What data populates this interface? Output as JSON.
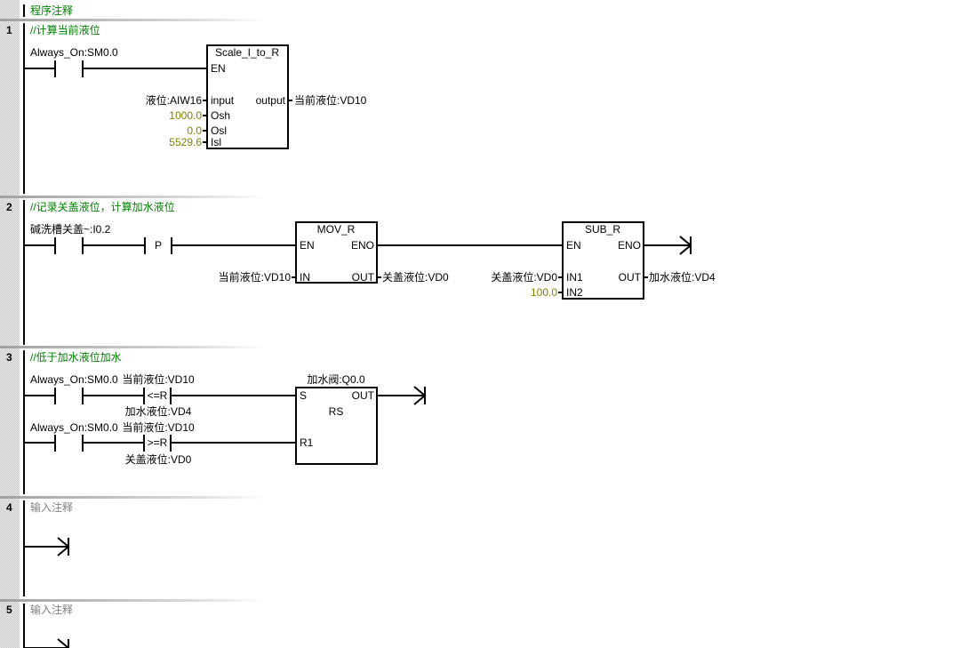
{
  "program_comment": "程序注释",
  "networks": [
    {
      "number": "1",
      "comment": "//计算当前液位",
      "contact_label": "Always_On:SM0.0",
      "block": {
        "title": "Scale_I_to_R",
        "en": "EN",
        "pins_in": [
          {
            "pin": "input",
            "operand": "液位:AIW16"
          },
          {
            "pin": "Osh",
            "operand": "1000.0"
          },
          {
            "pin": "Osl",
            "operand": "0.0"
          },
          {
            "pin": "Isl",
            "operand": "5529.6"
          }
        ],
        "pin_out": "output",
        "out_operand": "当前液位:VD10"
      }
    },
    {
      "number": "2",
      "comment": "//记录关盖液位，计算加水液位",
      "contact_label": "碱洗槽关盖~:I0.2",
      "p_contact": "P",
      "mov": {
        "title": "MOV_R",
        "en": "EN",
        "eno": "ENO",
        "in": "IN",
        "out": "OUT",
        "in_operand": "当前液位:VD10",
        "out_operand": "关盖液位:VD0"
      },
      "sub": {
        "title": "SUB_R",
        "en": "EN",
        "eno": "ENO",
        "in1": "IN1",
        "in2": "IN2",
        "out": "OUT",
        "in1_operand": "关盖液位:VD0",
        "in2_operand": "100.0",
        "out_operand": "加水液位:VD4"
      }
    },
    {
      "number": "3",
      "comment": "//低于加水液位加水",
      "rung1": {
        "contact_label": "Always_On:SM0.0",
        "cmp_top": "当前液位:VD10",
        "cmp_op": "<=R",
        "cmp_bottom": "加水液位:VD4"
      },
      "rung2": {
        "contact_label": "Always_On:SM0.0",
        "cmp_top": "当前液位:VD10",
        "cmp_op": ">=R",
        "cmp_bottom": "关盖液位:VD0"
      },
      "rs": {
        "operand": "加水阀:Q0.0",
        "s": "S",
        "out": "OUT",
        "title": "RS",
        "r1": "R1"
      }
    },
    {
      "number": "4",
      "comment": "输入注释"
    },
    {
      "number": "5",
      "comment": "输入注释"
    }
  ],
  "colors": {
    "comment": "#008000",
    "constant": "#808000",
    "placeholder": "#808080"
  }
}
